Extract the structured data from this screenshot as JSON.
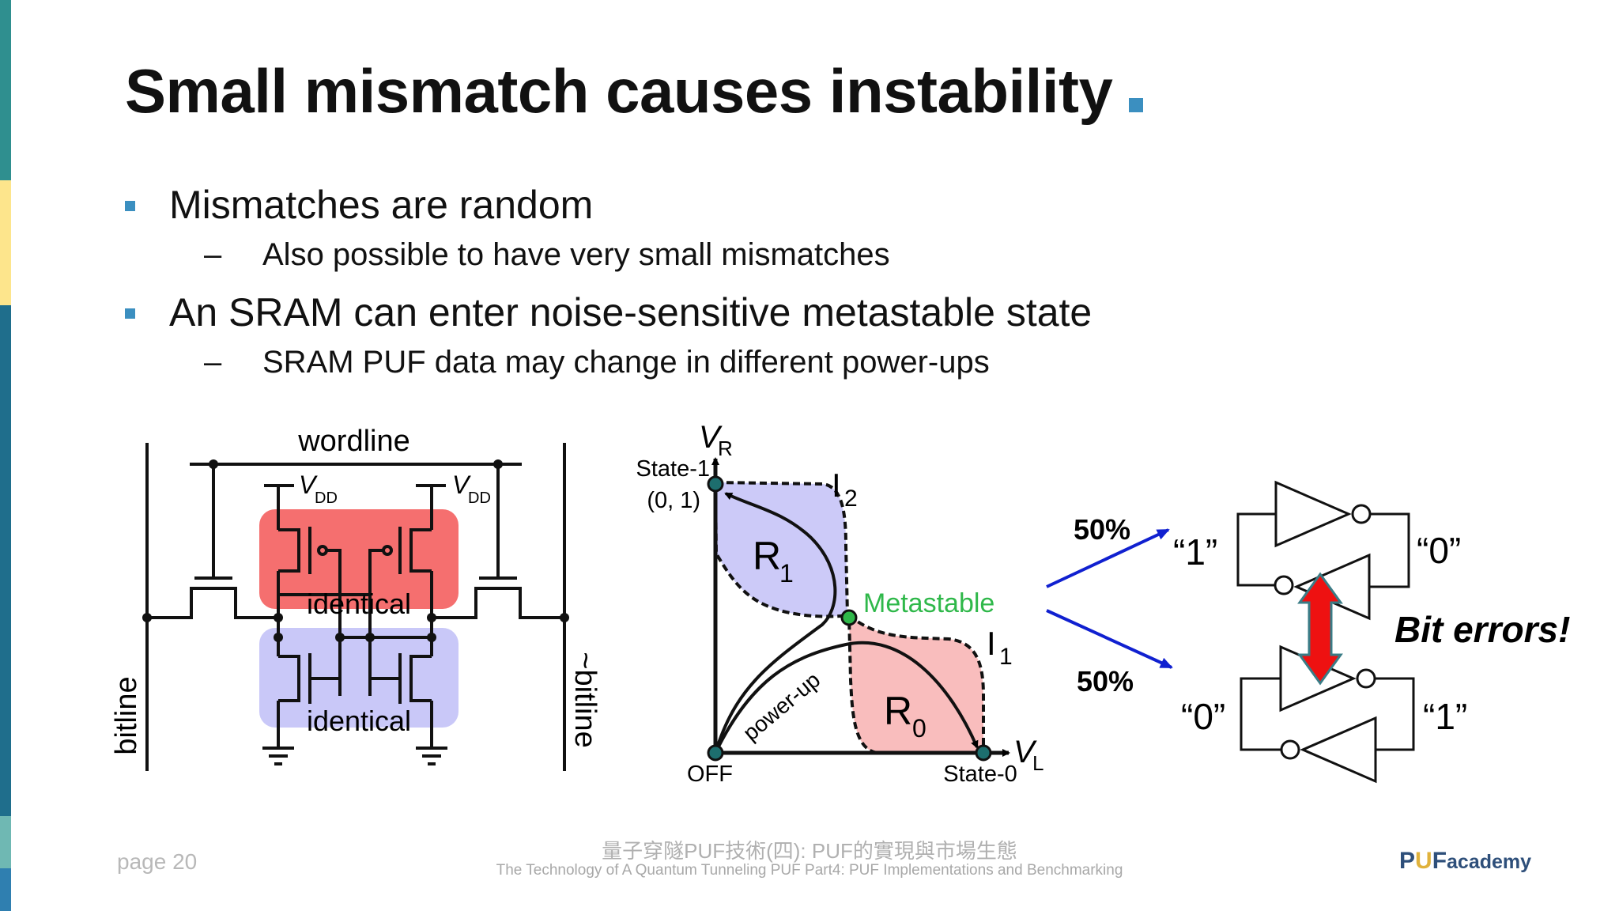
{
  "slide": {
    "title": "Small mismatch causes instability",
    "bullets": [
      {
        "text": "Mismatches are random",
        "sub": "Also possible to have very small mismatches"
      },
      {
        "text": "An SRAM can enter noise-sensitive metastable state",
        "sub": "SRAM PUF data may change in different power-ups"
      }
    ],
    "dash": "–"
  },
  "circuit": {
    "wordline": "wordline",
    "vdd_v": "V",
    "vdd_sub": "DD",
    "identical": "identical",
    "bitline": "bitline",
    "bitline_bar": "~bitline"
  },
  "plot": {
    "vr_v": "V",
    "vr_sub": "R",
    "vl_v": "V",
    "vl_sub": "L",
    "state1": "State-1",
    "state1_coord": "(0, 1)",
    "state0": "State-0",
    "off": "OFF",
    "i2_main": "I",
    "i2_sub": "2",
    "i1_main": "I",
    "i1_sub": "1",
    "r1_main": "R",
    "r1_sub": "1",
    "r0_main": "R",
    "r0_sub": "0",
    "metastable": "Metastable",
    "powerup": "power-up"
  },
  "latch": {
    "pct_top": "50%",
    "pct_bottom": "50%",
    "top_left": "“1”",
    "top_right": "“0”",
    "bottom_left": "“0”",
    "bottom_right": "“1”",
    "bit_errors": "Bit errors!"
  },
  "footer": {
    "page": "page 20",
    "cn_title": "量子穿隧PUF技術(四): PUF的實現與市場生態",
    "en_title": "The Technology of A Quantum Tunneling PUF Part4: PUF Implementations and Benchmarking",
    "logo_p": "P",
    "logo_u": "U",
    "logo_f": "F",
    "logo_rest": "academy"
  },
  "colors": {
    "accent": "#3b8fc0",
    "red_region": "#f56f6f",
    "blue_region": "#c9c8f8",
    "plot_blue": "#cccaf8",
    "plot_red": "#f9bdbd",
    "metastable_green": "#2fb84a",
    "arrow_red": "#ee1111",
    "arrow_blue": "#1020d0"
  },
  "icons": [
    "ground-icon",
    "vdd-rail-icon",
    "inverter-icon",
    "double-arrow-icon"
  ]
}
